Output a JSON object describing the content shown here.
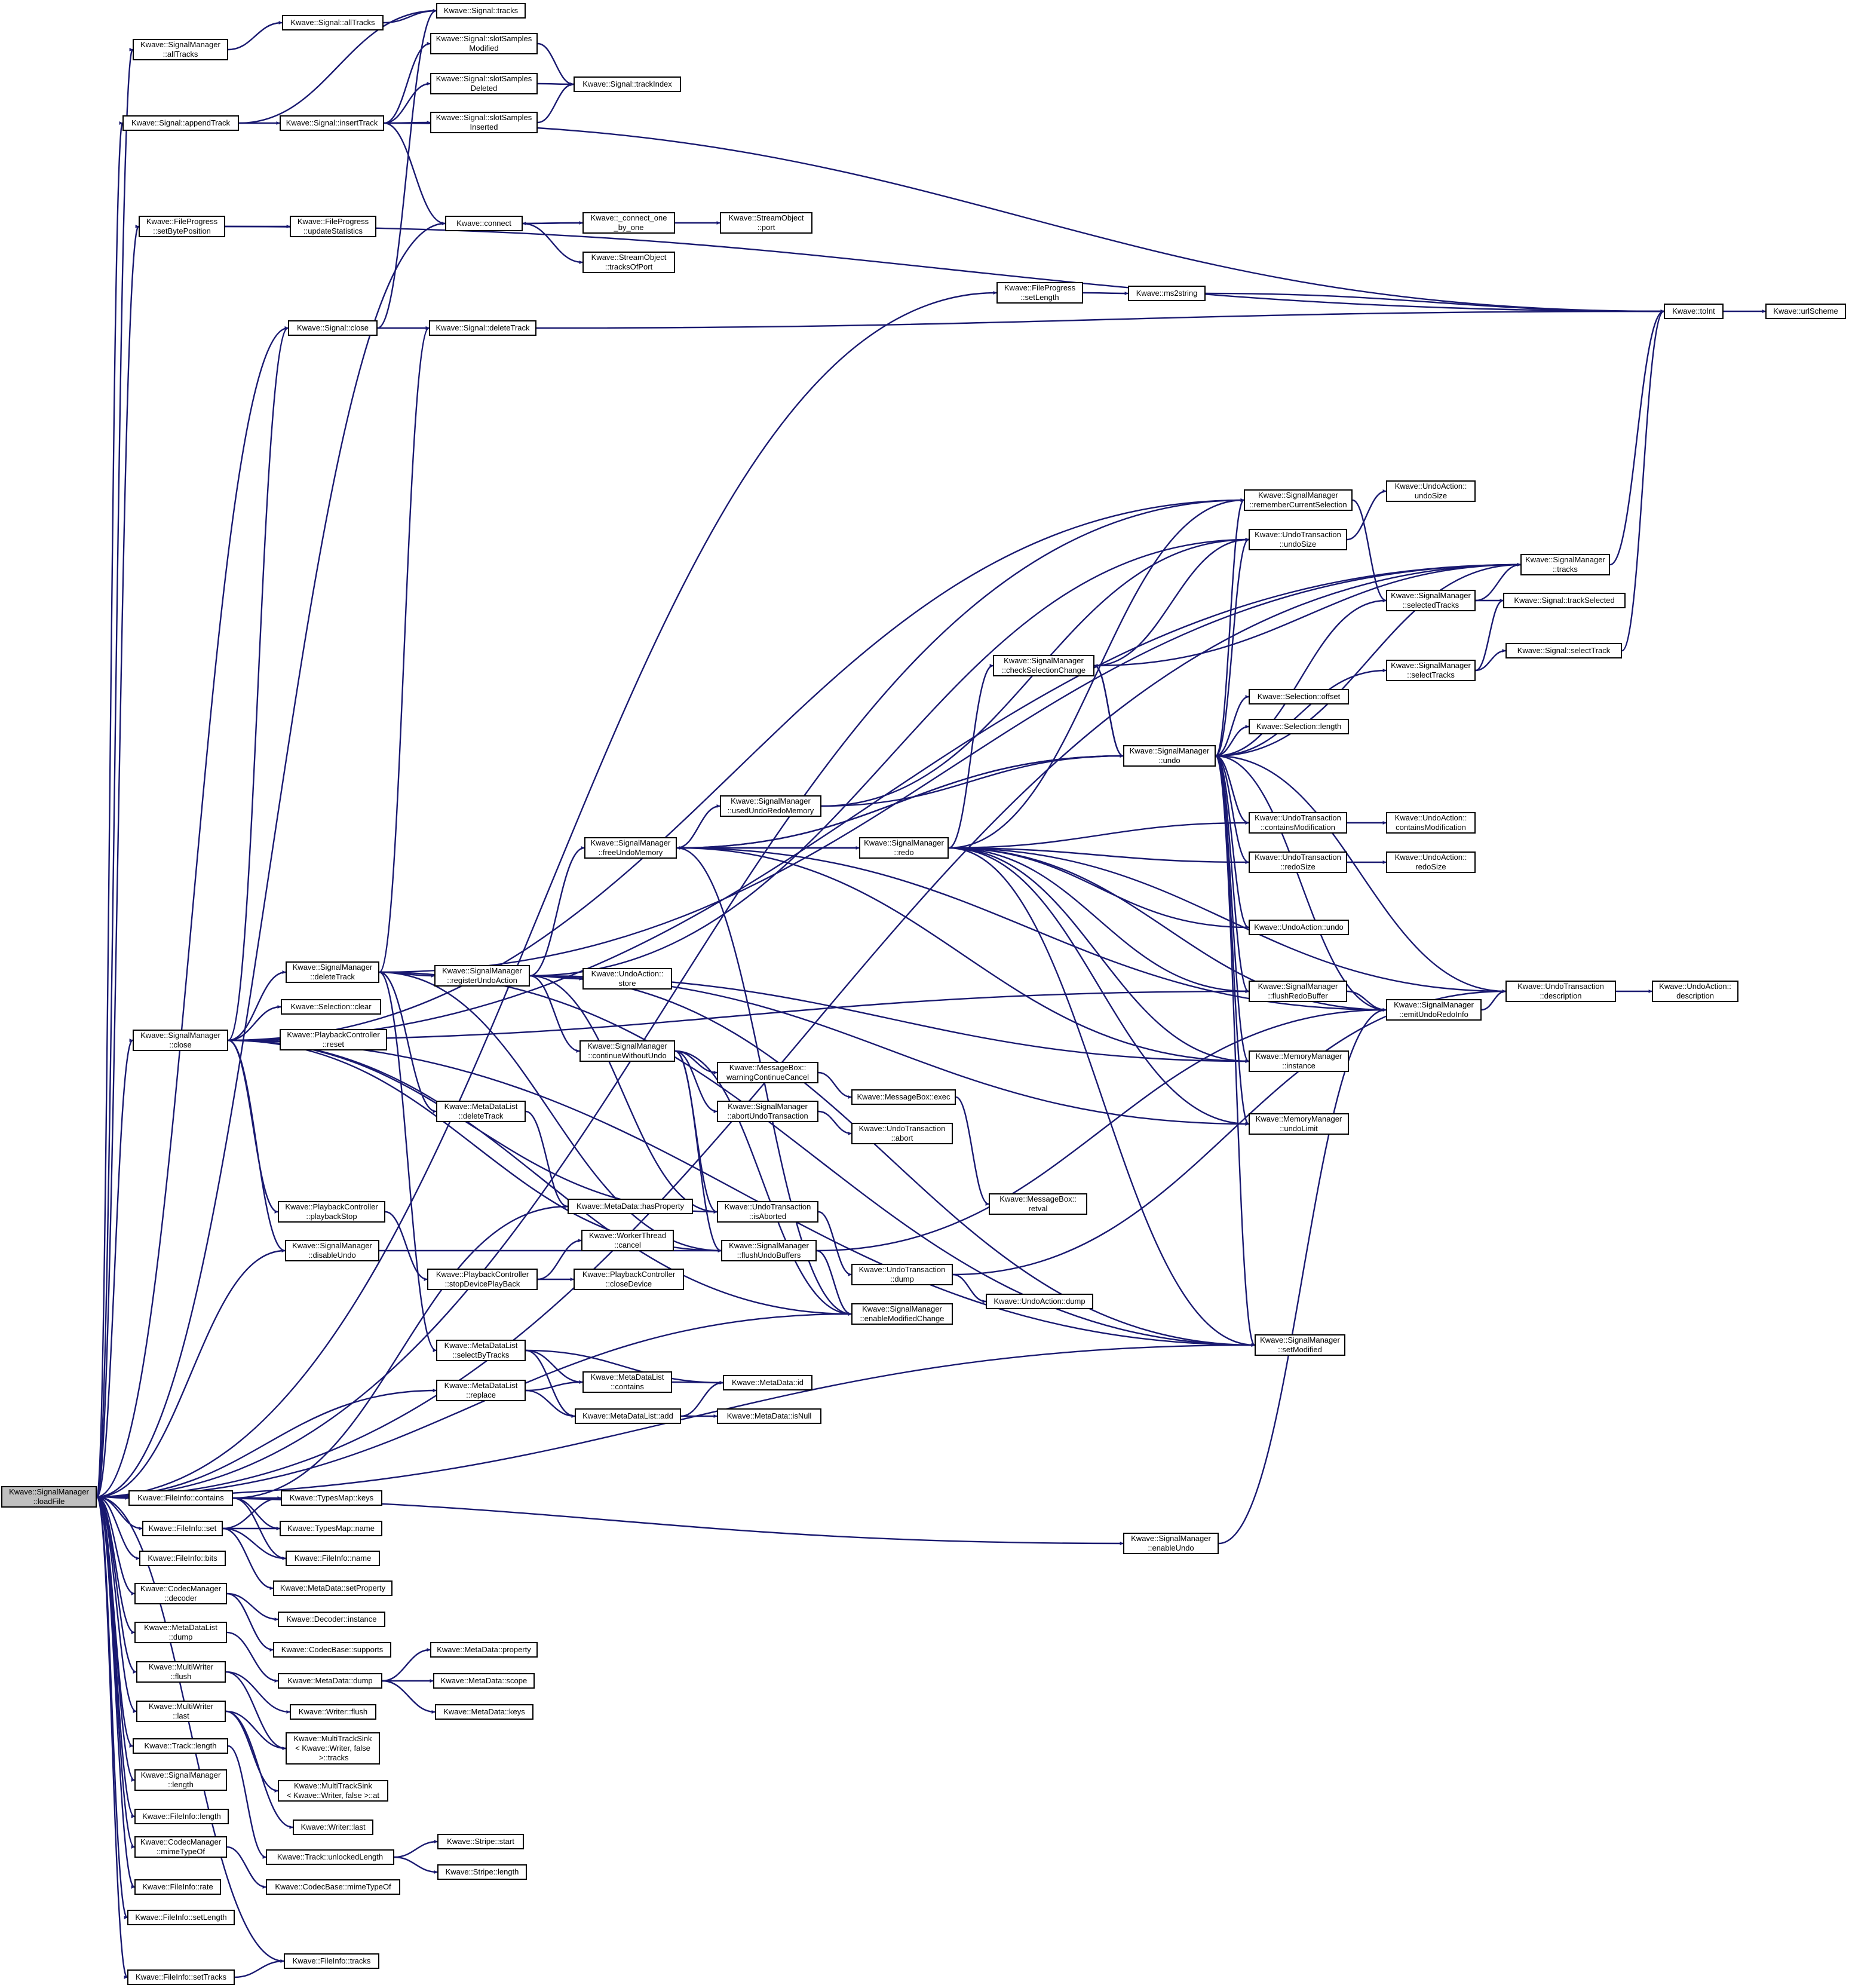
{
  "colors": {
    "edge": "#191970",
    "node_border": "#000000",
    "root_fill": "#bfbfbf",
    "node_fill": "#ffffff"
  },
  "nodes": {
    "root": "Kwave::SignalManager\n::loadFile",
    "sm_allTracks": "Kwave::SignalManager\n::allTracks",
    "sig_allTracks": "Kwave::Signal::allTracks",
    "sig_tracks": "Kwave::Signal::tracks",
    "sig_slotSamplesModified": "Kwave::Signal::slotSamples\nModified",
    "sig_appendTrack": "Kwave::Signal::appendTrack",
    "sig_insertTrack": "Kwave::Signal::insertTrack",
    "sig_slotSamplesDeleted": "Kwave::Signal::slotSamples\nDeleted",
    "sig_trackIndex": "Kwave::Signal::trackIndex",
    "sig_slotSamplesInserted": "Kwave::Signal::slotSamples\nInserted",
    "fp_setBytePosition": "Kwave::FileProgress\n::setBytePosition",
    "fp_updateStatistics": "Kwave::FileProgress\n::updateStatistics",
    "connect": "Kwave::connect",
    "connect_one": "Kwave::_connect_one\n_by_one",
    "so_port": "Kwave::StreamObject\n::port",
    "so_tracksOfPort": "Kwave::StreamObject\n::tracksOfPort",
    "fp_setLength": "Kwave::FileProgress\n::setLength",
    "ms2string": "Kwave::ms2string",
    "toInt": "Kwave::toInt",
    "urlScheme": "Kwave::urlScheme",
    "sig_close": "Kwave::Signal::close",
    "sig_deleteTrack": "Kwave::Signal::deleteTrack",
    "sm_rememberCurrentSelection": "Kwave::SignalManager\n::rememberCurrentSelection",
    "ua_undoSize": "Kwave::UndoAction::\nundoSize",
    "ut_undoSize": "Kwave::UndoTransaction\n::undoSize",
    "sm_tracks": "Kwave::SignalManager\n::tracks",
    "sm_selectedTracks": "Kwave::SignalManager\n::selectedTracks",
    "sig_trackSelected": "Kwave::Signal::trackSelected",
    "sm_checkSelectionChange": "Kwave::SignalManager\n::checkSelectionChange",
    "sm_selectTracks": "Kwave::SignalManager\n::selectTracks",
    "sig_selectTrack": "Kwave::Signal::selectTrack",
    "sel_offset": "Kwave::Selection::offset",
    "sel_length": "Kwave::Selection::length",
    "sm_undo": "Kwave::SignalManager\n::undo",
    "sm_usedUndoRedoMemory": "Kwave::SignalManager\n::usedUndoRedoMemory",
    "sm_freeUndoMemory": "Kwave::SignalManager\n::freeUndoMemory",
    "sm_redo": "Kwave::SignalManager\n::redo",
    "ut_containsModification": "Kwave::UndoTransaction\n::containsModification",
    "ua_containsModification": "Kwave::UndoAction::\ncontainsModification",
    "ut_redoSize": "Kwave::UndoTransaction\n::redoSize",
    "ua_redoSize": "Kwave::UndoAction::\nredoSize",
    "ua_undo": "Kwave::UndoAction::undo",
    "sm_deleteTrack": "Kwave::SignalManager\n::deleteTrack",
    "sm_registerUndoAction": "Kwave::SignalManager\n::registerUndoAction",
    "ua_store": "Kwave::UndoAction::\nstore",
    "sm_flushRedoBuffer": "Kwave::SignalManager\n::flushRedoBuffer",
    "sm_emitUndoRedoInfo": "Kwave::SignalManager\n::emitUndoRedoInfo",
    "ut_description": "Kwave::UndoTransaction\n::description",
    "ua_description": "Kwave::UndoAction::\ndescription",
    "sm_close": "Kwave::SignalManager\n::close",
    "sel_clear": "Kwave::Selection::clear",
    "pc_reset": "Kwave::PlaybackController\n::reset",
    "sm_continueWithoutUndo": "Kwave::SignalManager\n::continueWithoutUndo",
    "mb_warningContinueCancel": "Kwave::MessageBox::\nwarningContinueCancel",
    "mm_instance": "Kwave::MemoryManager\n::instance",
    "mb_exec": "Kwave::MessageBox::exec",
    "sm_abortUndoTransaction": "Kwave::SignalManager\n::abortUndoTransaction",
    "mm_undoLimit": "Kwave::MemoryManager\n::undoLimit",
    "ut_abort": "Kwave::UndoTransaction\n::abort",
    "mdl_deleteTrack": "Kwave::MetaDataList\n::deleteTrack",
    "mb_retval": "Kwave::MessageBox::\nretval",
    "pc_playbackStop": "Kwave::PlaybackController\n::playbackStop",
    "md_hasProperty": "Kwave::MetaData::hasProperty",
    "ut_isAborted": "Kwave::UndoTransaction\n::isAborted",
    "wt_cancel": "Kwave::WorkerThread\n::cancel",
    "sm_disableUndo": "Kwave::SignalManager\n::disableUndo",
    "sm_flushUndoBuffers": "Kwave::SignalManager\n::flushUndoBuffers",
    "ut_dump": "Kwave::UndoTransaction\n::dump",
    "pc_stopDevicePlayBack": "Kwave::PlaybackController\n::stopDevicePlayBack",
    "pc_closeDevice": "Kwave::PlaybackController\n::closeDevice",
    "ua_dump": "Kwave::UndoAction::dump",
    "sm_enableModifiedChange": "Kwave::SignalManager\n::enableModifiedChange",
    "sm_setModified": "Kwave::SignalManager\n::setModified",
    "mdl_selectByTracks": "Kwave::MetaDataList\n::selectByTracks",
    "mdl_contains": "Kwave::MetaDataList\n::contains",
    "md_id": "Kwave::MetaData::id",
    "mdl_replace": "Kwave::MetaDataList\n::replace",
    "mdl_add": "Kwave::MetaDataList::add",
    "md_isNull": "Kwave::MetaData::isNull",
    "fi_contains": "Kwave::FileInfo::contains",
    "tm_keys": "Kwave::TypesMap::keys",
    "fi_set": "Kwave::FileInfo::set",
    "tm_name": "Kwave::TypesMap::name",
    "sm_enableUndo": "Kwave::SignalManager\n::enableUndo",
    "fi_bits": "Kwave::FileInfo::bits",
    "fi_name": "Kwave::FileInfo::name",
    "md_setProperty": "Kwave::MetaData::setProperty",
    "cm_decoder": "Kwave::CodecManager\n::decoder",
    "dec_instance": "Kwave::Decoder::instance",
    "mdl_dump": "Kwave::MetaDataList\n::dump",
    "cb_supports": "Kwave::CodecBase::supports",
    "md_property": "Kwave::MetaData::property",
    "mw_flush": "Kwave::MultiWriter\n::flush",
    "md_dump": "Kwave::MetaData::dump",
    "md_scope": "Kwave::MetaData::scope",
    "w_flush": "Kwave::Writer::flush",
    "md_keys": "Kwave::MetaData::keys",
    "mw_last": "Kwave::MultiWriter\n::last",
    "mts_tracks": "Kwave::MultiTrackSink\n< Kwave::Writer, false\n >::tracks",
    "track_length": "Kwave::Track::length",
    "sm_length": "Kwave::SignalManager\n::length",
    "mts_at": "Kwave::MultiTrackSink\n< Kwave::Writer, false >::at",
    "fi_length": "Kwave::FileInfo::length",
    "w_last": "Kwave::Writer::last",
    "cm_mimeTypeOf": "Kwave::CodecManager\n::mimeTypeOf",
    "stripe_start": "Kwave::Stripe::start",
    "track_unlockedLength": "Kwave::Track::unlockedLength",
    "stripe_length": "Kwave::Stripe::length",
    "cb_mimeTypeOf": "Kwave::CodecBase::mimeTypeOf",
    "fi_rate": "Kwave::FileInfo::rate",
    "fi_setLength": "Kwave::FileInfo::setLength",
    "fi_tracks": "Kwave::FileInfo::tracks",
    "fi_setTracks": "Kwave::FileInfo::setTracks"
  }
}
